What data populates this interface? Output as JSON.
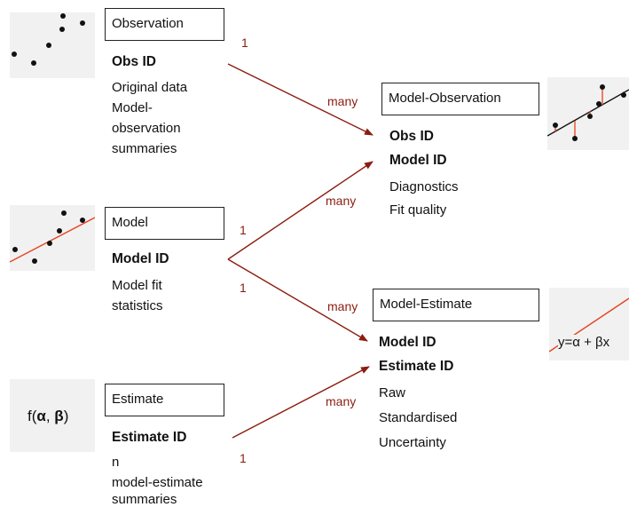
{
  "colors": {
    "relation": "#8b1d10",
    "fit_line": "#e8401c",
    "residual": "#e8401c",
    "point": "#111111",
    "thumb_bg": "#f1f1f1"
  },
  "observation": {
    "title": "Observation",
    "key": "Obs ID",
    "fields": [
      "Original data",
      "Model-",
      "observation",
      "summaries"
    ]
  },
  "model": {
    "title": "Model",
    "key": "Model ID",
    "fields": [
      "Model fit",
      "statistics"
    ]
  },
  "estimate": {
    "title": "Estimate",
    "formula_prefix": "f(",
    "formula_a": "α",
    "formula_sep": ", ",
    "formula_b": "β",
    "formula_suffix": ")",
    "key": "Estimate ID",
    "fields": [
      "n",
      "model-estimate",
      "summaries"
    ]
  },
  "model_observation": {
    "title": "Model-Observation",
    "keys": [
      "Obs ID",
      "Model ID"
    ],
    "fields": [
      "Diagnostics",
      "Fit quality"
    ]
  },
  "model_estimate": {
    "title": "Model-Estimate",
    "keys": [
      "Model ID",
      "Estimate ID"
    ],
    "fields": [
      "Raw",
      "Standardised",
      "Uncertainty"
    ],
    "equation": "y=α + βx"
  },
  "relations": {
    "obs_one": "1",
    "obs_many": "many",
    "model_one_top": "1",
    "model_many_top": "many",
    "model_one_bottom": "1",
    "model_many_bottom": "many",
    "est_one": "1",
    "est_many": "many"
  }
}
